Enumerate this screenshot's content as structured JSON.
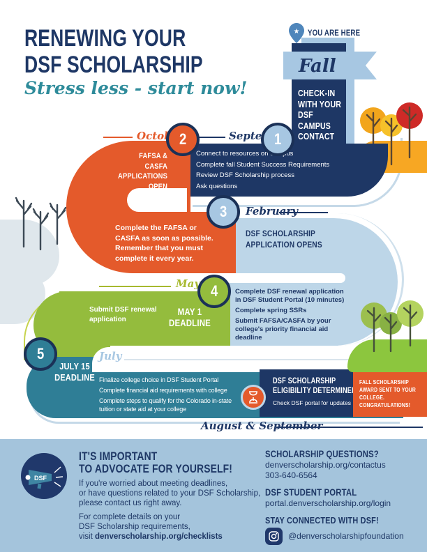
{
  "page": {
    "title_line1": "RENEWING YOUR",
    "title_line2": "DSF SCHOLARSHIP",
    "tagline": "Stress less - start now!"
  },
  "marker": {
    "you_are_here": "YOU ARE HERE",
    "season": "Fall",
    "banner_text": "CHECK-IN WITH YOUR DSF CAMPUS CONTACT"
  },
  "steps": [
    {
      "number": "1",
      "month": "September",
      "items": [
        "Connect to resources on campus",
        "Complete fall Student Success Requirements",
        "Review DSF Scholarship process",
        "Ask questions"
      ]
    },
    {
      "number": "2",
      "month": "October",
      "heading": "FAFSA & CASFA APPLICATIONS OPEN",
      "note": "Complete the FAFSA or CASFA as soon as possible. Remember that you must complete it every year."
    },
    {
      "number": "3",
      "month": "February",
      "heading": "DSF SCHOLARSHIP APPLICATION OPENS"
    },
    {
      "number": "4",
      "month": "May",
      "deadline_line1": "MAY 1",
      "deadline_line2": "DEADLINE",
      "side_note": "Submit DSF renewal application",
      "items": [
        "Complete DSF renewal application in DSF Student Portal (10 minutes)",
        "Complete spring SSRs",
        "Submit FAFSA/CASFA by your college's priority financial aid deadline"
      ]
    },
    {
      "number": "5",
      "month": "July",
      "deadline_line1": "JULY 15",
      "deadline_line2": "DEADLINE",
      "items": [
        "Finalize college choice in DSF Student Portal",
        "Complete financial aid requirements with college",
        "Complete steps to qualify for the Colorado in-state tuition or state aid at your college"
      ]
    }
  ],
  "outcome": {
    "eligibility_heading": "DSF SCHOLARSHIP ELIGIBILITY DETERMINED",
    "eligibility_sub": "Check DSF portal for updates",
    "award_text": "FALL SCHOLARSHIP AWARD SENT TO YOUR COLLEGE. CONGRATULATIONS!",
    "end_months": "August & September"
  },
  "footer": {
    "megaphone_label": "DSF",
    "advocate_line1": "IT'S IMPORTANT",
    "advocate_line2": "TO ADVOCATE FOR YOURSELF!",
    "advocate_body_lines": [
      "If you're worried about meeting deadlines,",
      "or have questions related to your DSF Scholarship,",
      "please contact us right away."
    ],
    "details_lines": [
      "For complete details on your",
      "DSF Scholarship requirements,"
    ],
    "details_visit_prefix": "visit ",
    "details_link": "denverscholarship.org/checklists",
    "questions_heading": "SCHOLARSHIP QUESTIONS?",
    "questions_url": "denverscholarship.org/contactus",
    "questions_phone": "303-640-6564",
    "portal_heading": "DSF STUDENT PORTAL",
    "portal_url": "portal.denverscholarship.org/login",
    "connect_heading": "STAY CONNECTED WITH DSF!",
    "instagram_handle": "@denverscholarshipfoundation"
  },
  "icons": {
    "pin": "location-pin with star",
    "hourglass": "hourglass in orange circle",
    "megaphone": "megaphone in navy circle",
    "instagram": "instagram camera glyph"
  },
  "colors": {
    "navy": "#1e3765",
    "orange": "#e45a2b",
    "light_blue_band": "#bdd6e8",
    "ribbon_blue": "#a7c7e2",
    "green": "#94bc3d",
    "teal": "#2f7e96",
    "footer_bg": "#a4c4dc",
    "script_teal": "#2e8b9a"
  }
}
